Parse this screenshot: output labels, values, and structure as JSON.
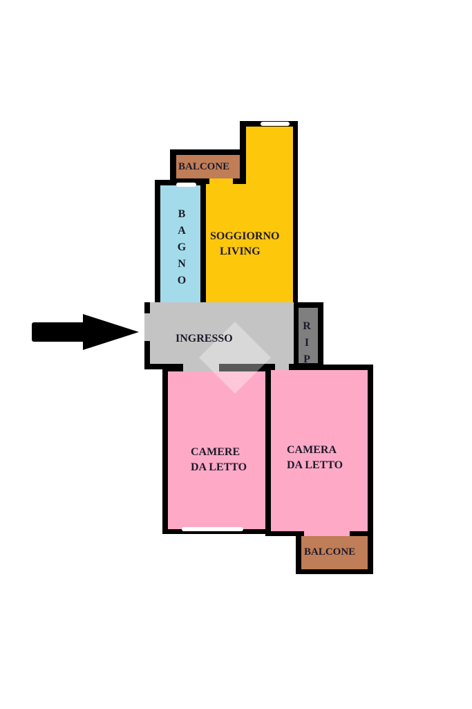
{
  "colors": {
    "wall": "#000000",
    "living": "#FDC70C",
    "bathroom": "#A4DBEA",
    "balcony": "#BF7D58",
    "hall": "#C4C4C4",
    "storage": "#7F7F7F",
    "bedroom": "#FEAAC6",
    "window": "#FFFFFF"
  },
  "rooms": {
    "balcone_top": "BALCONE",
    "bagno": "BAGNO",
    "soggiorno_line1": "SOGGIORNO",
    "soggiorno_line2": "LIVING",
    "ingresso": "INGRESSO",
    "ripostiglio": "RIP",
    "camere_line1": "CAMERE",
    "camere_line2": "DA LETTO",
    "camera_line1": "CAMERA",
    "camera_line2": "DA LETTO",
    "balcone_bottom": "BALCONE"
  },
  "icons": {
    "entrance": "arrow-right-icon"
  }
}
